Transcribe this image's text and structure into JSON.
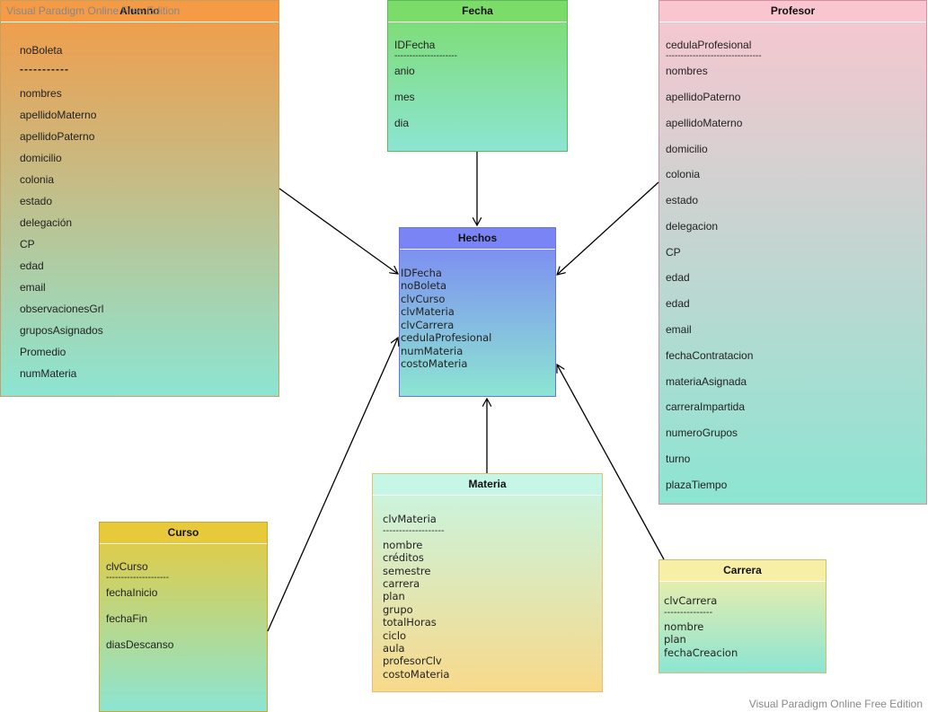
{
  "watermark": "Visual Paradigm Online Free Edition",
  "entities": {
    "alumno": {
      "title": "Alumno",
      "attributes": [
        "noBoleta",
        "-----------",
        "nombres",
        "apellidoMaterno",
        "apellidoPaterno",
        "domicilio",
        "colonia",
        "estado",
        "delegación",
        "CP",
        "edad",
        "email",
        "observacionesGrl",
        "gruposAsignados",
        "Promedio",
        "numMateria"
      ]
    },
    "fecha": {
      "title": "Fecha",
      "attributes": [
        "IDFecha",
        "---------------------",
        "anio",
        "mes",
        "dia"
      ]
    },
    "profesor": {
      "title": "Profesor",
      "attributes": [
        "cedulaProfesional",
        "--------------------------------",
        "nombres",
        "apellidoPaterno",
        "apellidoMaterno",
        "domicilio",
        "colonia",
        "estado",
        "delegacion",
        "CP",
        "edad",
        "edad",
        "email",
        "fechaContratacion",
        "materiaAsignada",
        "carreraImpartida",
        "numeroGrupos",
        "turno",
        "plazaTiempo"
      ]
    },
    "hechos": {
      "title": "Hechos",
      "attributes": [
        "IDFecha",
        "noBoleta",
        "clvCurso",
        "clvMateria",
        "clvCarrera",
        "cedulaProfesional",
        "numMateria",
        "costoMateria"
      ]
    },
    "materia": {
      "title": "Materia",
      "attributes": [
        "clvMateria",
        "-------------------",
        "nombre",
        "créditos",
        "semestre",
        "carrera",
        "plan",
        "grupo",
        "totalHoras",
        "ciclo",
        "aula",
        "profesorClv",
        "costoMateria"
      ]
    },
    "curso": {
      "title": "Curso",
      "attributes": [
        "clvCurso",
        "---------------------",
        "fechaInicio",
        "fechaFin",
        "diasDescanso"
      ]
    },
    "carrera": {
      "title": "Carrera",
      "attributes": [
        "clvCarrera",
        "---------------",
        "nombre",
        "plan",
        "fechaCreacion"
      ]
    }
  },
  "colors": {
    "alumno_header": "#f59a45",
    "fecha_header": "#7cdc6a",
    "profesor_header": "#f9c6d0",
    "hechos_header": "#7b84f5",
    "materia_header": "#c6f6e5",
    "curso_header": "#e8c93a",
    "carrera_header": "#f8efa6",
    "gradient_end": "#8ce5d2"
  }
}
